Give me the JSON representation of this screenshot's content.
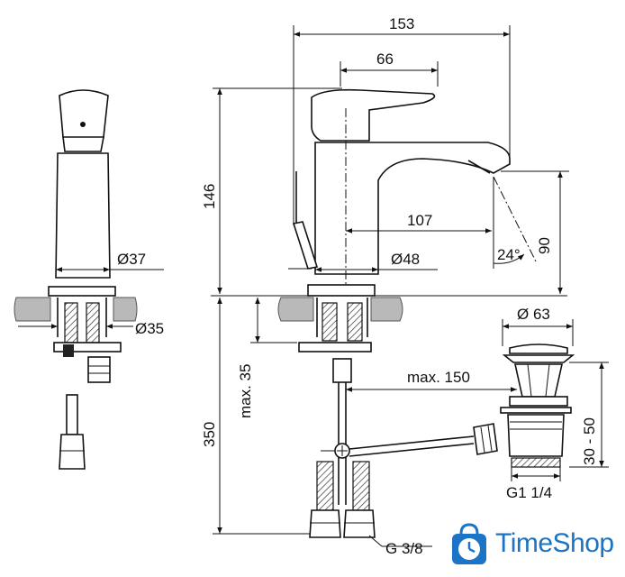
{
  "dimensions": {
    "d153": "153",
    "d66": "66",
    "d146": "146",
    "d107": "107",
    "d90": "90",
    "d24": "24°",
    "d37": "Ø37",
    "d48": "Ø48",
    "d35": "Ø35",
    "dmax35": "max. 35",
    "dmax150": "max. 150",
    "d350": "350",
    "d63": "Ø 63",
    "d3050": "30 - 50",
    "g114": "G1 1/4",
    "g38": "G 3/8"
  },
  "logo": {
    "text": "TimeShop",
    "color": "#1b74c6"
  }
}
